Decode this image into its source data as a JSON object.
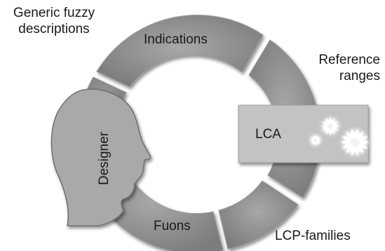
{
  "labels": {
    "generic_fuzzy_descriptions": "Generic fuzzy descriptions",
    "generic_line1": "Generic fuzzy",
    "generic_line2": "descriptions",
    "indications": "Indications",
    "reference_line1": "Reference",
    "reference_line2": "ranges",
    "lca": "LCA",
    "designer": "Designer",
    "fuons": "Fuons",
    "lcp_families": "LCP-families"
  },
  "icons": {
    "gears": "gears-icon",
    "head": "head-silhouette-icon"
  },
  "colors": {
    "ring": "#8c8c8c",
    "ring_shadow": "#5e5e5e",
    "head": "#a9a9a9",
    "head_edge": "#6f6f6f",
    "lca_box": "#c3c3c3",
    "gear": "#ffffff",
    "text": "#1a1a1a"
  }
}
